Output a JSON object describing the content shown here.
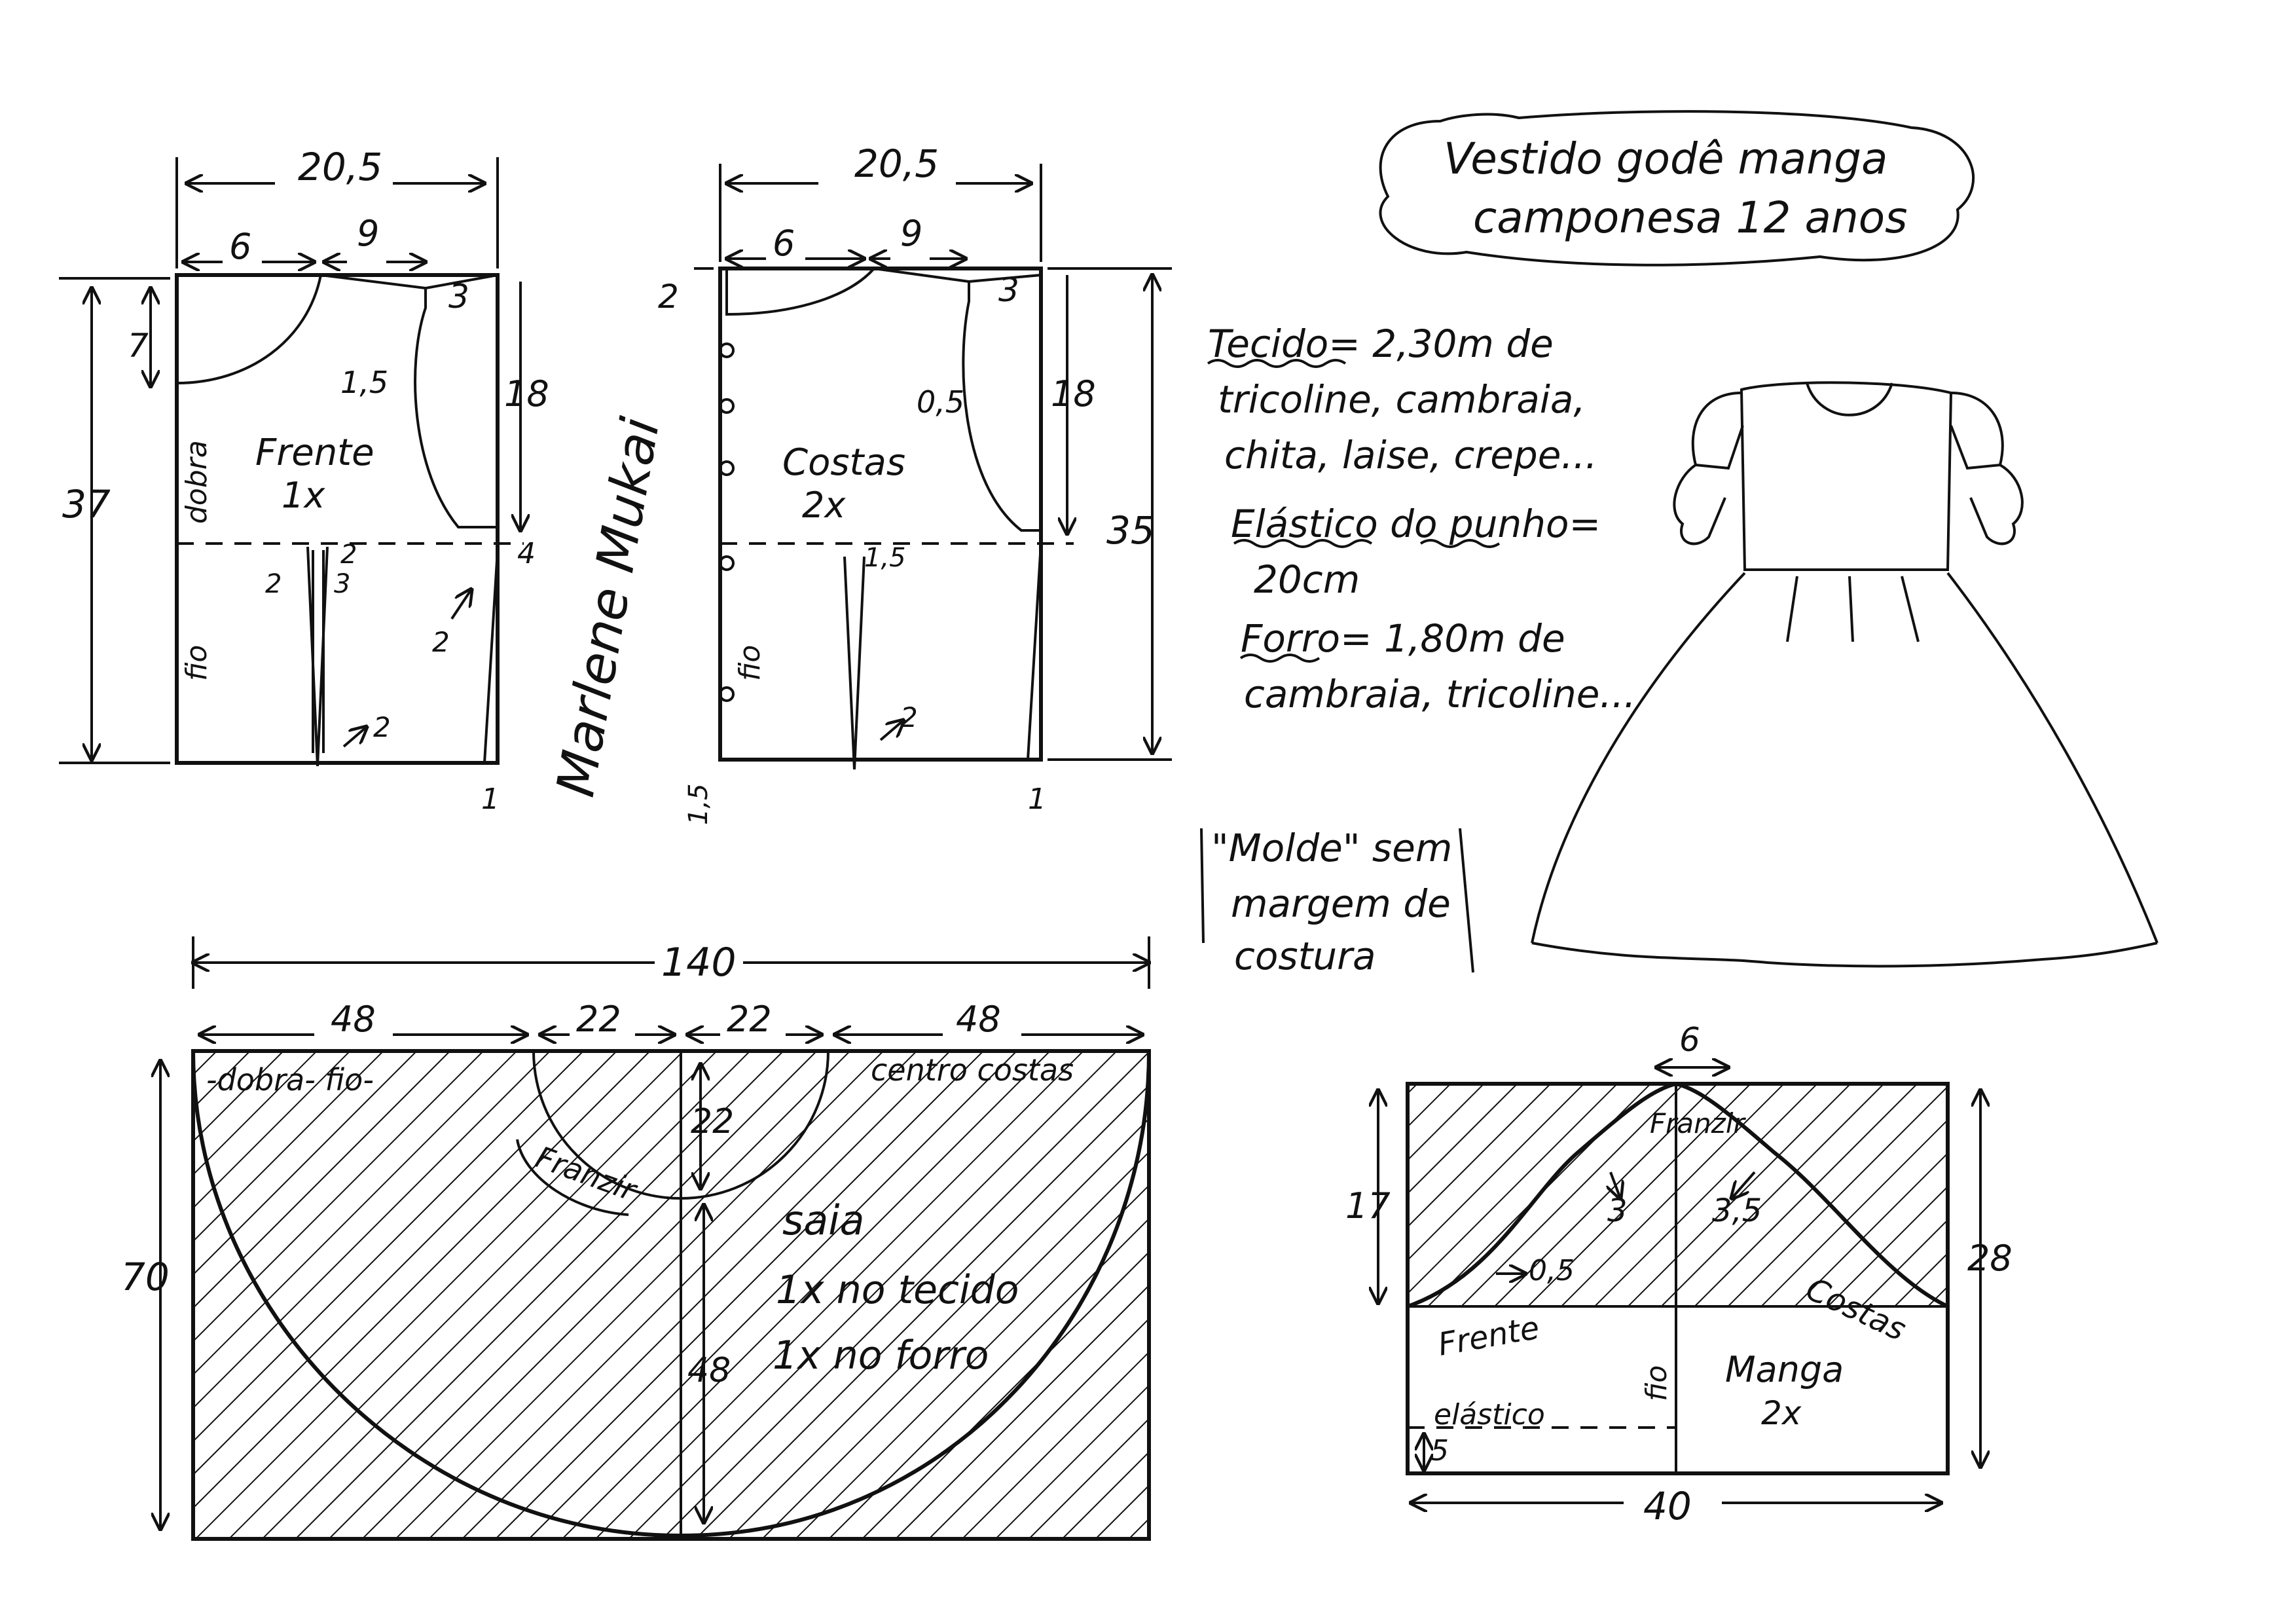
{
  "title": {
    "line1": "Vestido godê manga",
    "line2": "camponesa 12 anos"
  },
  "materials": {
    "line1": "Tecido= 2,30m de",
    "line2": "tricoline, cambraia,",
    "line3": "chita, laise, crepe...",
    "line4": "Elástico do punho=",
    "line5": "20cm",
    "line6": "Forro= 1,80m de",
    "line7": "cambraia, tricoline..."
  },
  "note": {
    "line1": "\"Molde\" sem",
    "line2": "margem de",
    "line3": "costura"
  },
  "signature": "Marlene Mukai",
  "front": {
    "name": "Frente",
    "count": "1x",
    "width": "20,5",
    "neck": "6",
    "shoulder": "9",
    "shoulder_drop": "3",
    "neck_depth": "7",
    "armhole": "18",
    "length": "37",
    "armhole_gap": "1,5",
    "fold_label": "dobra",
    "grain_label": "fio",
    "dart_width": "2",
    "dart_gap": "3",
    "dart_top": "2",
    "side_in": "4",
    "hem": "1"
  },
  "back": {
    "name": "Costas",
    "count": "2x",
    "width": "20,5",
    "neck": "6",
    "shoulder": "9",
    "shoulder_drop": "3",
    "neck_depth": "2",
    "armhole": "18",
    "length": "35",
    "armhole_gap": "0,5",
    "dart_top": "1,5",
    "dart_width": "2",
    "grain_label": "fio",
    "hem": "1",
    "placket": "1,5"
  },
  "skirt": {
    "total_width": "140",
    "seg1": "48",
    "seg2": "22",
    "seg3": "22",
    "seg4": "48",
    "height": "70",
    "radius": "22",
    "length": "48",
    "fold_label": "-dobra- fio-",
    "center_label": "centro costas",
    "gather_label": "Franzir",
    "name": "saia",
    "line2": "1x no tecido",
    "line3": "1x no forro"
  },
  "sleeve": {
    "top": "6",
    "gather_label": "Franzir",
    "cap_height": "17",
    "height": "28",
    "width": "40",
    "curve_front": "3",
    "curve_back": "3,5",
    "curve_low": "0,5",
    "front_label": "Frente",
    "back_label": "Costas",
    "name": "Manga",
    "count": "2x",
    "elastic_label": "elástico",
    "elastic_dist": "5",
    "grain_label": "fio"
  },
  "colors": {
    "ink": "#111111",
    "paper": "#ffffff"
  }
}
